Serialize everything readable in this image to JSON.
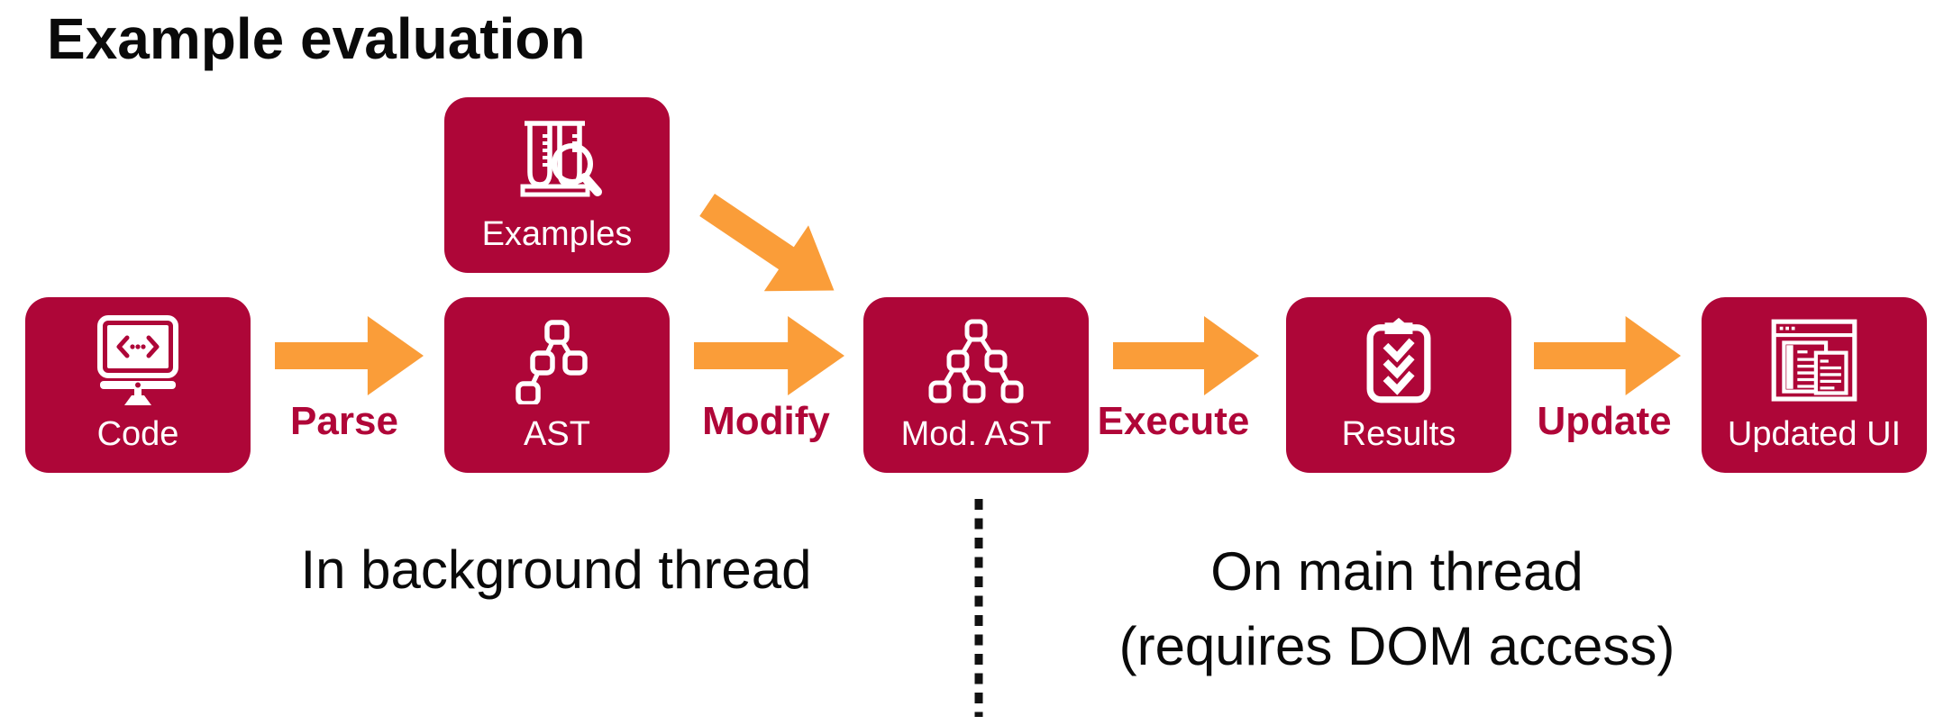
{
  "title": "Example evaluation",
  "colors": {
    "box": "#AE0638",
    "arrow": "#FA9D39",
    "edge_label": "#B00638",
    "text": "#0A0A0A"
  },
  "nodes": [
    {
      "id": "code",
      "label": "Code",
      "icon": "monitor-code-icon"
    },
    {
      "id": "examples",
      "label": "Examples",
      "icon": "test-tubes-magnifier-icon"
    },
    {
      "id": "ast",
      "label": "AST",
      "icon": "syntax-tree-icon"
    },
    {
      "id": "mod-ast",
      "label": "Mod. AST",
      "icon": "modified-syntax-tree-icon"
    },
    {
      "id": "results",
      "label": "Results",
      "icon": "clipboard-checklist-icon"
    },
    {
      "id": "updated-ui",
      "label": "Updated UI",
      "icon": "browser-window-icon"
    }
  ],
  "edges": [
    {
      "from": "Code",
      "to": "AST",
      "label": "Parse"
    },
    {
      "from": "AST",
      "to": "Mod. AST",
      "label": "Modify"
    },
    {
      "from": "Mod. AST",
      "to": "Results",
      "label": "Execute"
    },
    {
      "from": "Results",
      "to": "Updated UI",
      "label": "Update"
    },
    {
      "from": "Examples",
      "to": "Mod. AST",
      "label": ""
    }
  ],
  "annotations": {
    "background_thread": "In background thread",
    "main_thread_line1": "On main thread",
    "main_thread_line2": "(requires DOM access)"
  }
}
